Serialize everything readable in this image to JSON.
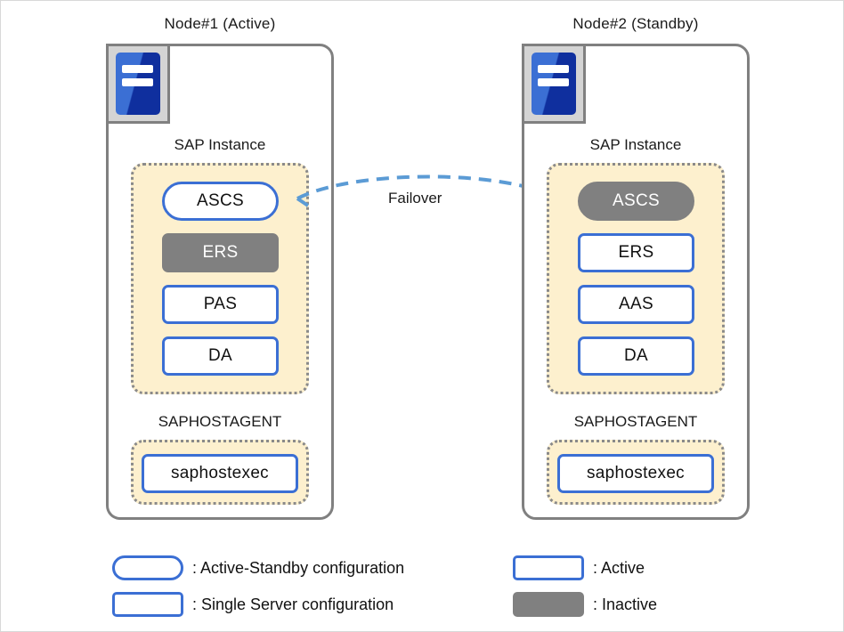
{
  "diagram": {
    "title_left": "Node#1 (Active)",
    "title_right": "Node#2 (Standby)",
    "failover_label": "Failover",
    "colors": {
      "active_border": "#3b6fd4",
      "inactive_fill": "#808080",
      "group_fill": "#fdf0ce",
      "group_border": "#8a8a8a",
      "node_border": "#808080",
      "arrow": "#5b9bd5",
      "icon_blue": "#3b6fd4",
      "icon_blue_dark": "#0f2f9e",
      "icon_frame": "#d4d4d4"
    }
  },
  "nodes": [
    {
      "id": "node1",
      "title": "Node#1 (Active)",
      "icon": "server-icon",
      "groups": [
        {
          "label": "SAP Instance",
          "components": [
            {
              "label": "ASCS",
              "state": "active",
              "shape": "pill"
            },
            {
              "label": "ERS",
              "state": "inactive",
              "shape": "rect"
            },
            {
              "label": "PAS",
              "state": "active",
              "shape": "rect"
            },
            {
              "label": "DA",
              "state": "active",
              "shape": "rect"
            }
          ]
        },
        {
          "label": "SAPHOSTAGENT",
          "components": [
            {
              "label": "saphostexec",
              "state": "active",
              "shape": "rect"
            }
          ]
        }
      ]
    },
    {
      "id": "node2",
      "title": "Node#2 (Standby)",
      "icon": "server-icon",
      "groups": [
        {
          "label": "SAP Instance",
          "components": [
            {
              "label": "ASCS",
              "state": "inactive",
              "shape": "pill"
            },
            {
              "label": "ERS",
              "state": "active",
              "shape": "rect"
            },
            {
              "label": "AAS",
              "state": "active",
              "shape": "rect"
            },
            {
              "label": "DA",
              "state": "active",
              "shape": "rect"
            }
          ]
        },
        {
          "label": "SAPHOSTAGENT",
          "components": [
            {
              "label": "saphostexec",
              "state": "active",
              "shape": "rect"
            }
          ]
        }
      ]
    }
  ],
  "legend": {
    "items": [
      {
        "swatch": "outline-pill",
        "text": ": Active-Standby configuration"
      },
      {
        "swatch": "outline-rect",
        "text": ": Single Server configuration"
      },
      {
        "swatch": "outline-rect",
        "text": ": Active"
      },
      {
        "swatch": "filled-rect",
        "text": ": Inactive"
      }
    ]
  }
}
